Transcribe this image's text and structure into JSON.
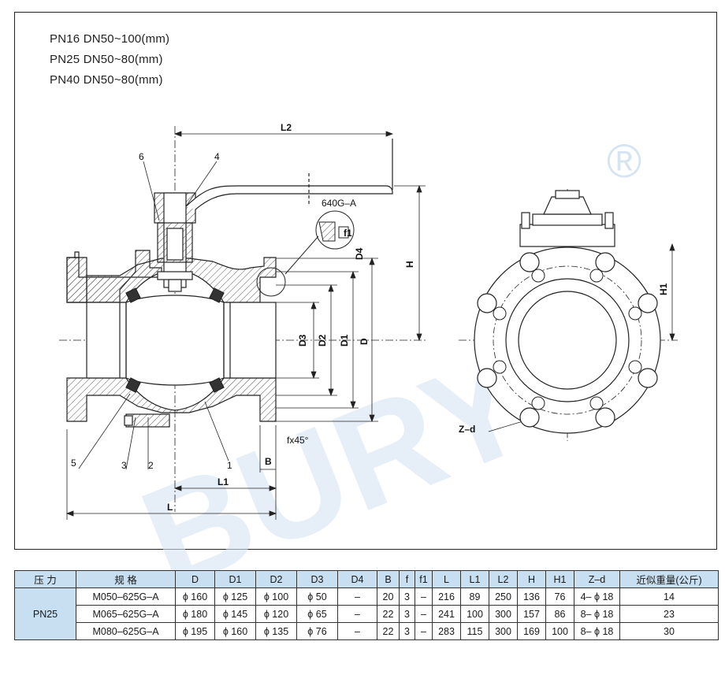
{
  "spec_lines": [
    "PN16  DN50~100(mm)",
    "PN25  DN50~80(mm)",
    "PN40  DN50~80(mm)"
  ],
  "watermark": {
    "text": "BURY",
    "registered": "®",
    "color": "#d6e4f2"
  },
  "drawing": {
    "labels": {
      "l2": "L2",
      "h": "H",
      "h1": "H1",
      "l": "L",
      "l1": "L1",
      "b": "B",
      "d": "D",
      "d1": "D1",
      "d2": "D2",
      "d3": "D3",
      "d4": "D4",
      "f1": "f1",
      "chamfer": "fx45°",
      "zd": "Z–d",
      "detail": "640G–A",
      "p1": "1",
      "p2": "2",
      "p3": "3",
      "p4": "4",
      "p5": "5",
      "p6": "6"
    },
    "colors": {
      "line": "#222222",
      "hatch": "#555555"
    }
  },
  "table": {
    "headers": [
      "压 力",
      "规 格",
      "D",
      "D1",
      "D2",
      "D3",
      "D4",
      "B",
      "f",
      "f1",
      "L",
      "L1",
      "L2",
      "H",
      "H1",
      "Z–d",
      "近似重量(公斤)"
    ],
    "group": "PN25",
    "rows": [
      [
        "M050–625G–A",
        "ϕ 160",
        "ϕ 125",
        "ϕ 100",
        "ϕ 50",
        "–",
        "20",
        "3",
        "–",
        "216",
        "89",
        "250",
        "136",
        "76",
        "4– ϕ 18",
        "14"
      ],
      [
        "M065–625G–A",
        "ϕ 180",
        "ϕ 145",
        "ϕ 120",
        "ϕ 65",
        "–",
        "22",
        "3",
        "–",
        "241",
        "100",
        "300",
        "157",
        "86",
        "8– ϕ 18",
        "23"
      ],
      [
        "M080–625G–A",
        "ϕ 195",
        "ϕ 160",
        "ϕ 135",
        "ϕ 76",
        "–",
        "22",
        "3",
        "–",
        "283",
        "115",
        "300",
        "169",
        "100",
        "8– ϕ 18",
        "30"
      ]
    ],
    "header_bg": "#c7dff0"
  }
}
